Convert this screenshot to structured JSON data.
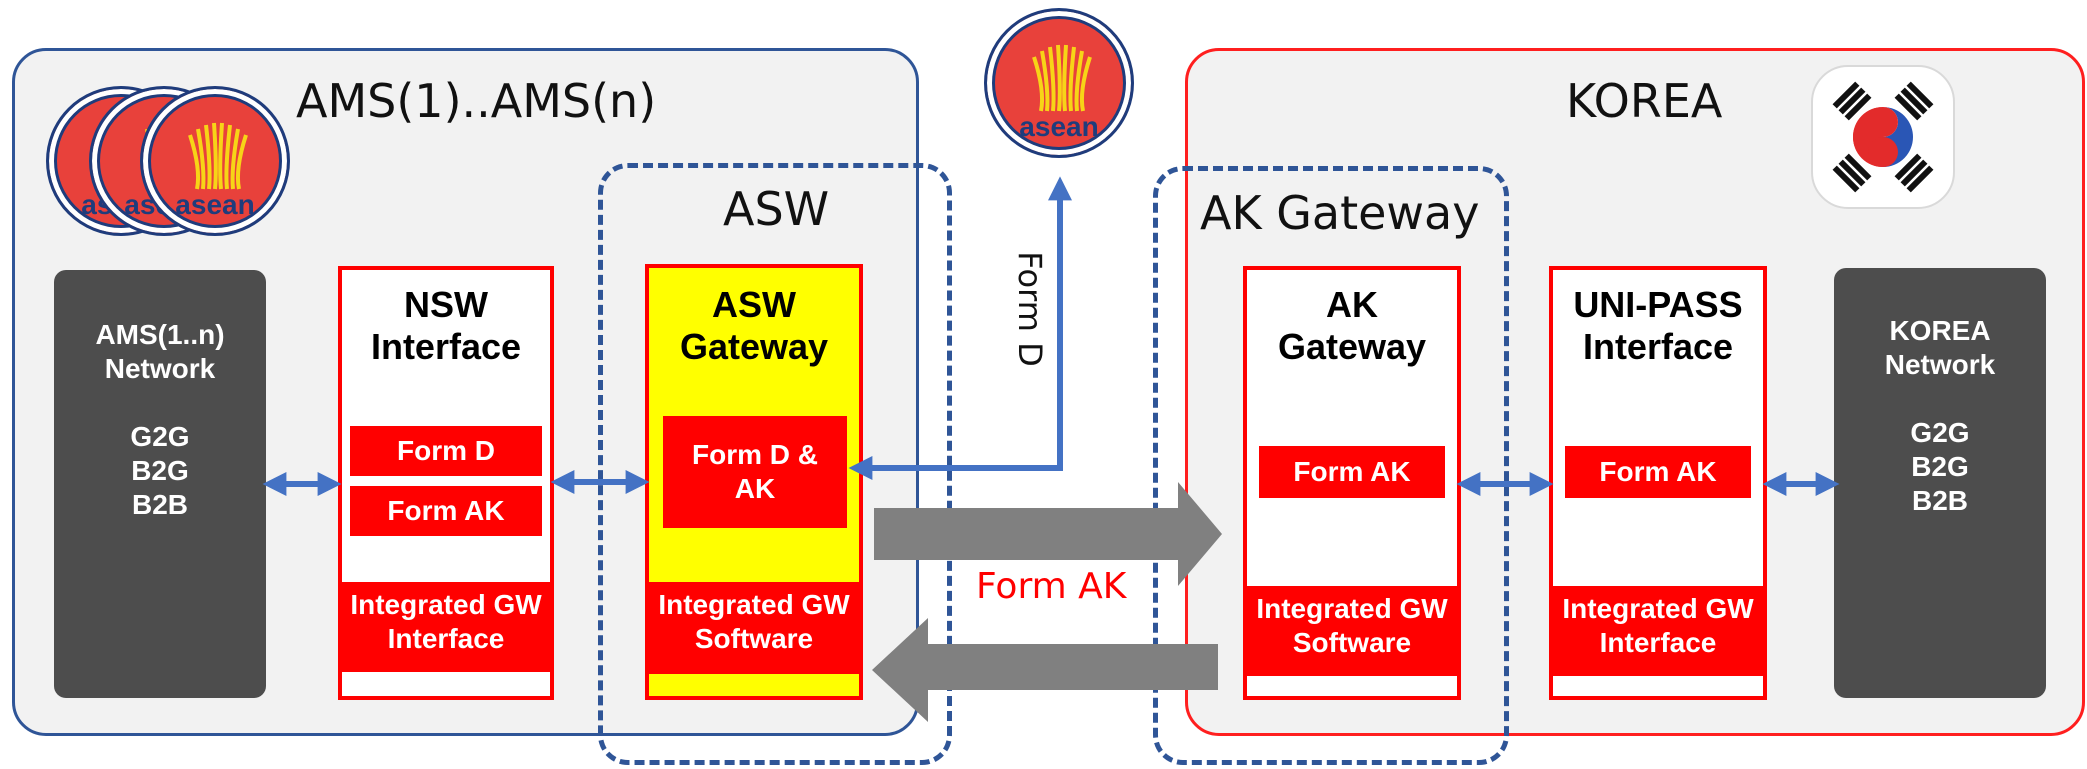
{
  "regions": {
    "ams": {
      "title": "AMS(1)..AMS(n)"
    },
    "korea": {
      "title": "KOREA"
    }
  },
  "groups": {
    "asw": {
      "title": "ASW"
    },
    "ak_gateway": {
      "title": "AK Gateway"
    }
  },
  "logos": {
    "asean_text": "asean"
  },
  "ams_network": {
    "title_line1": "AMS(1..n)",
    "title_line2": "Network",
    "items": [
      "G2G",
      "B2G",
      "B2B"
    ]
  },
  "nsw_interface": {
    "title_line1": "NSW",
    "title_line2": "Interface",
    "form1": "Form D",
    "form2": "Form AK",
    "footer_line1": "Integrated GW",
    "footer_line2": "Interface"
  },
  "asw_gateway": {
    "title_line1": "ASW",
    "title_line2": "Gateway",
    "form_line1": "Form D &",
    "form_line2": "AK",
    "footer_line1": "Integrated GW",
    "footer_line2": "Software"
  },
  "ak_gateway_box": {
    "title_line1": "AK",
    "title_line2": "Gateway",
    "form": "Form AK",
    "footer_line1": "Integrated GW",
    "footer_line2": "Software"
  },
  "unipass_interface": {
    "title_line1": "UNI-PASS",
    "title_line2": "Interface",
    "form": "Form AK",
    "footer_line1": "Integrated GW",
    "footer_line2": "Interface"
  },
  "korea_network": {
    "title_line1": "KOREA",
    "title_line2": "Network",
    "items": [
      "G2G",
      "B2G",
      "B2B"
    ]
  },
  "flows": {
    "form_d_label": "Form D",
    "form_ak_label": "Form AK"
  },
  "colors": {
    "accent_red": "#ff0000",
    "region_blue": "#2f5597",
    "arrow_blue": "#4472c4",
    "arrow_gray": "#808080",
    "gateway_yellow": "#ffff00"
  }
}
